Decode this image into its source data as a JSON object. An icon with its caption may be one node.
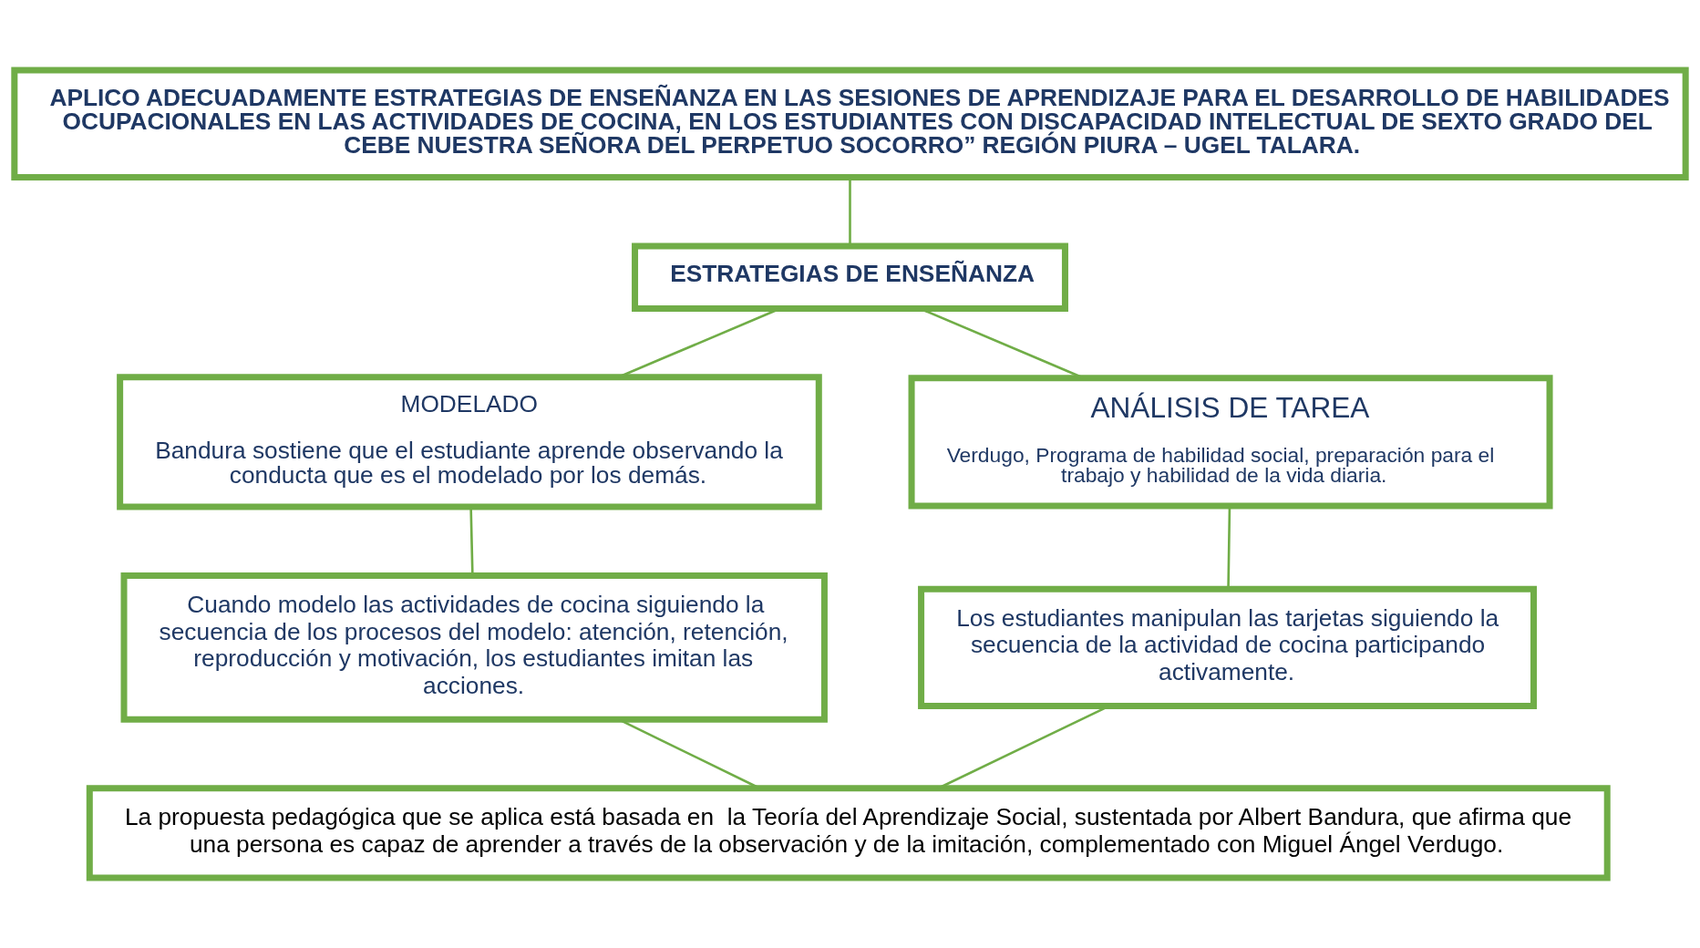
{
  "diagram": {
    "nodes": [
      {
        "text": [
          "APLICO ADECUADAMENTE ESTRATEGIAS DE ENSEÑANZA EN LAS SESIONES DE APRENDIZAJE PARA EL DESARROLLO DE HABILIDADES OCUPACIONALES EN LAS ACTIVIDADES DE COCINA, EN LOS ESTUDIANTES CON DISCAPACIDAD INTELECTUAL DE SEXTO GRADO DEL CEBE NUESTRA SEÑORA DEL PERPETUO SOCORRO” REGIÓN PIURA – UGEL TALARA."
        ]
      },
      {
        "text": [
          "ESTRATEGIAS DE ENSEÑANZA"
        ]
      },
      {
        "text": [
          "MODELADO",
          "Bandura sostiene que el estudiante aprende observando la conducta que es el modelado por los demás."
        ]
      },
      {
        "text": [
          "ANÁLISIS DE TAREA",
          "Verdugo, Programa de habilidad social, preparación para el trabajo y habilidad de la vida diaria."
        ]
      },
      {
        "text": [
          "Cuando modelo las actividades de cocina siguiendo la secuencia de los procesos del modelo: atención, retención, reproducción y motivación, los estudiantes imitan las acciones."
        ]
      },
      {
        "text": [
          "Los estudiantes manipulan las tarjetas siguiendo la secuencia de la actividad de cocina participando activamente."
        ]
      },
      {
        "text": [
          "La propuesta pedagógica que se aplica está basada en  la Teoría del Aprendizaje Social, sustentada por Albert Bandura, que afirma que una persona es capaz de aprender a través de la observación y de la imitación, complementado con Miguel Ángel Verdugo."
        ]
      }
    ],
    "edges": [
      {
        "from": 0,
        "to": 1,
        "arrow": "none"
      },
      {
        "from": 1,
        "to": 2,
        "arrow": "none"
      },
      {
        "from": 1,
        "to": 3,
        "arrow": "none"
      },
      {
        "from": 2,
        "to": 4,
        "arrow": "none"
      },
      {
        "from": 3,
        "to": 5,
        "arrow": "none"
      },
      {
        "from": 4,
        "to": 6,
        "arrow": "none"
      },
      {
        "from": 5,
        "to": 6,
        "arrow": "none"
      }
    ]
  }
}
